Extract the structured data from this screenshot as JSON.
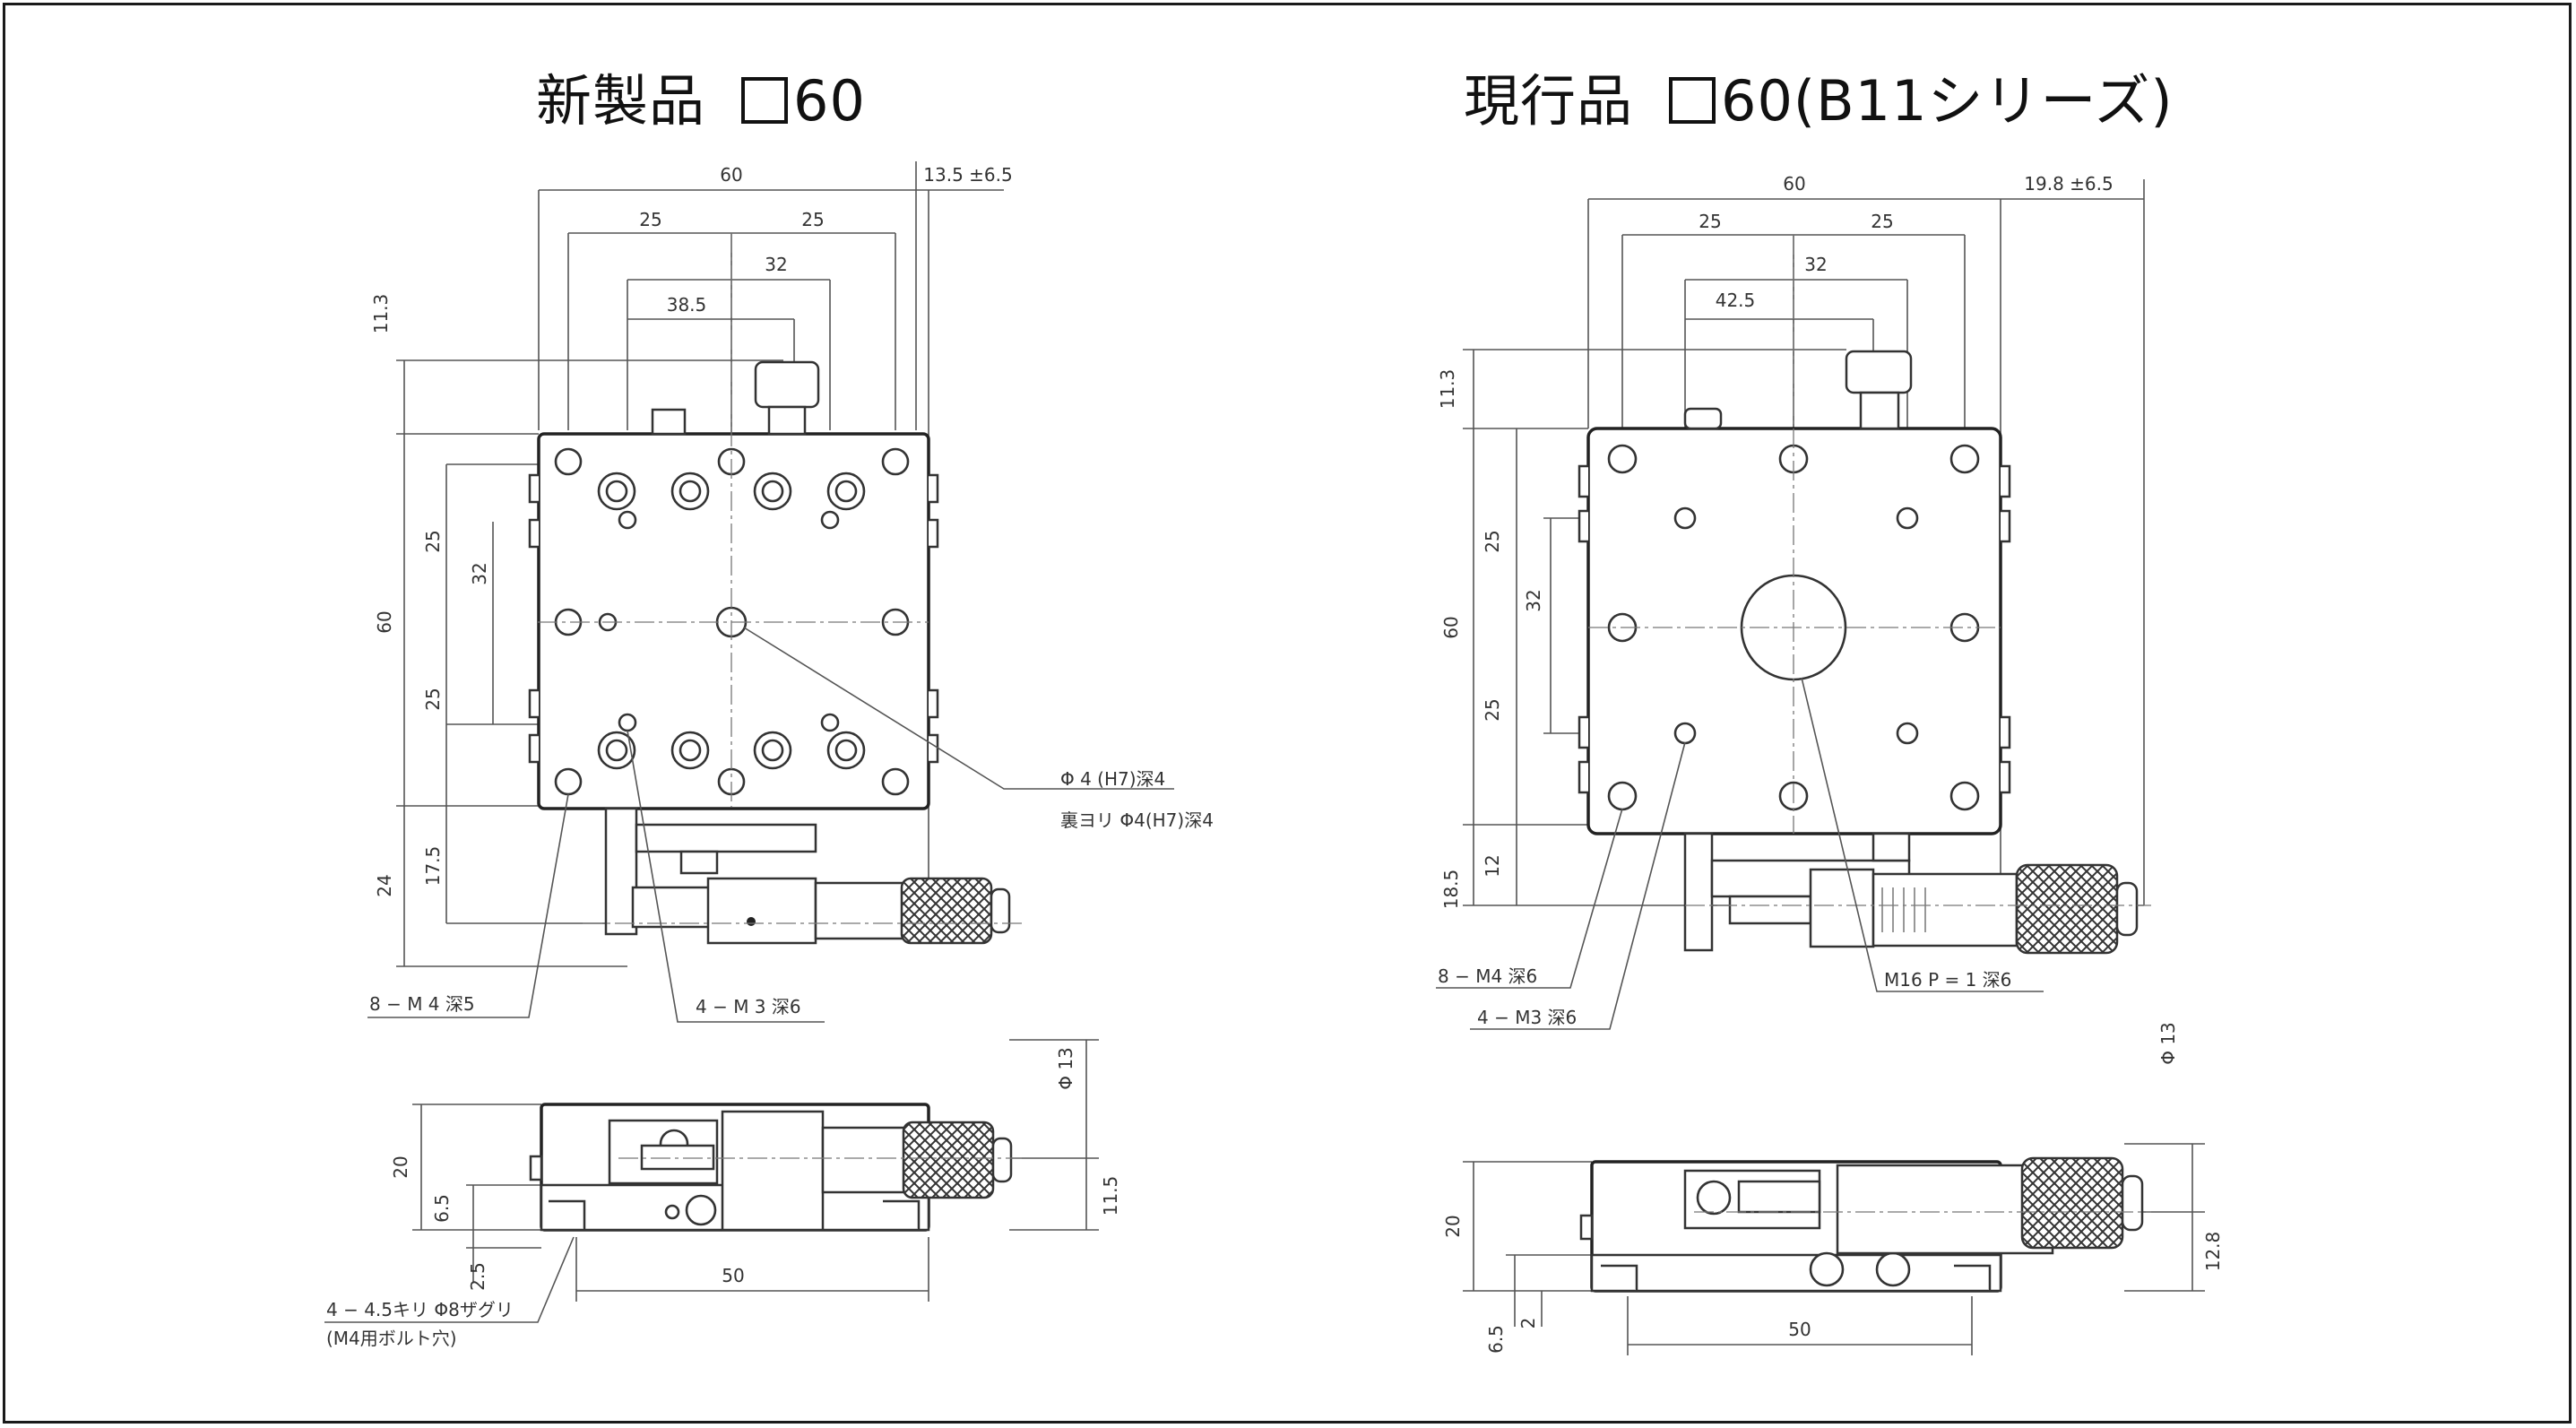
{
  "left": {
    "title_name": "新製品",
    "title_size": "60",
    "dims": {
      "top_width": "60",
      "top_offset": "13.5 ±6.5",
      "pitch_a": "25",
      "pitch_b": "25",
      "hole_span": "32",
      "screw_pos": "38.5",
      "screw_height": "11.3",
      "body_height": "60",
      "pitch_v1": "25",
      "pitch_v2": "25",
      "hole_span_v": "32",
      "mic_drop": "24",
      "mic_axis": "17.5",
      "side_height": "20",
      "side_mount": "6.5",
      "side_bottom": "2.5",
      "side_axis": "11.5",
      "knob_dia": "Φ 13",
      "base_width": "50"
    },
    "notes": {
      "center_hole": "Φ 4 (H7)深4",
      "back_hole": "裏ヨリ Φ4(H7)深4",
      "m4_taps": "8 − M 4 深5",
      "m3_taps": "4 − M 3 深6",
      "counterbore": "4 − 4.5キリ Φ8ザグリ",
      "counterbore_bolt": "(M4用ボルト穴)"
    }
  },
  "right": {
    "title_name": "現行品",
    "title_size": "60",
    "title_series": "(B11シリーズ)",
    "dims": {
      "top_width": "60",
      "top_offset": "19.8 ±6.5",
      "pitch_a": "25",
      "pitch_b": "25",
      "hole_span": "32",
      "screw_pos": "42.5",
      "screw_height": "11.3",
      "body_height": "60",
      "pitch_v1": "25",
      "pitch_v2": "25",
      "hole_span_v": "32",
      "mic_drop": "18.5",
      "mic_axis": "12",
      "side_height": "20",
      "side_bottom": "6.5",
      "side_gap": "2",
      "side_axis": "12.8",
      "knob_dia": "Φ 13",
      "base_width": "50"
    },
    "notes": {
      "m4_taps": "8 − M4 深6",
      "m3_taps": "4 − M3 深6",
      "center_thread": "M16 P = 1 深6"
    }
  },
  "colors": {
    "line": "#222222",
    "dimension": "#555555",
    "frame": "#1a1a1a"
  }
}
